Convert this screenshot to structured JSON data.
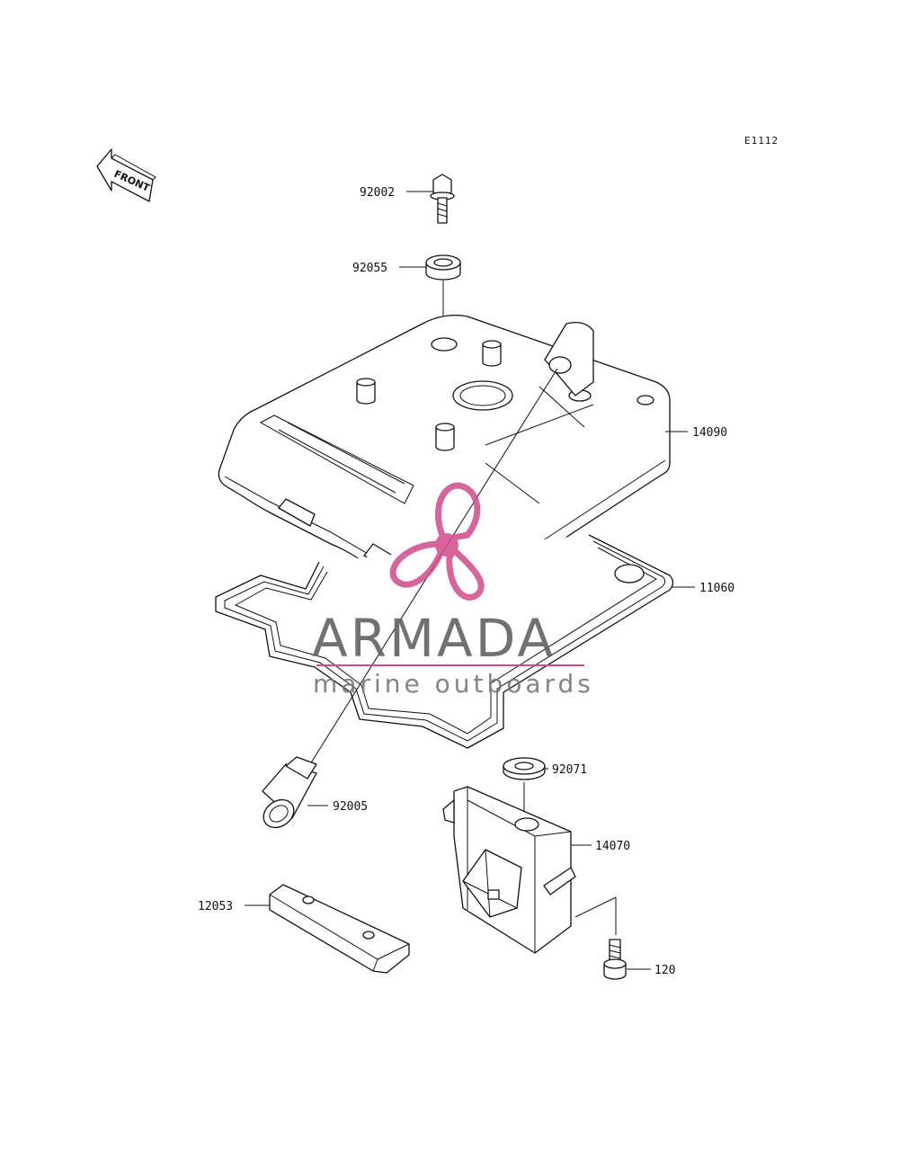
{
  "diagram": {
    "code": "E1112",
    "front_label": "FRONT",
    "parts": [
      {
        "number": "92002"
      },
      {
        "number": "92055"
      },
      {
        "number": "14090"
      },
      {
        "number": "11060"
      },
      {
        "number": "92005"
      },
      {
        "number": "92071"
      },
      {
        "number": "14070"
      },
      {
        "number": "12053"
      },
      {
        "number": "120"
      }
    ]
  },
  "watermark": {
    "brand": "ARMADA",
    "tagline": "marine outboards",
    "accent_color": "#d24a8c"
  }
}
